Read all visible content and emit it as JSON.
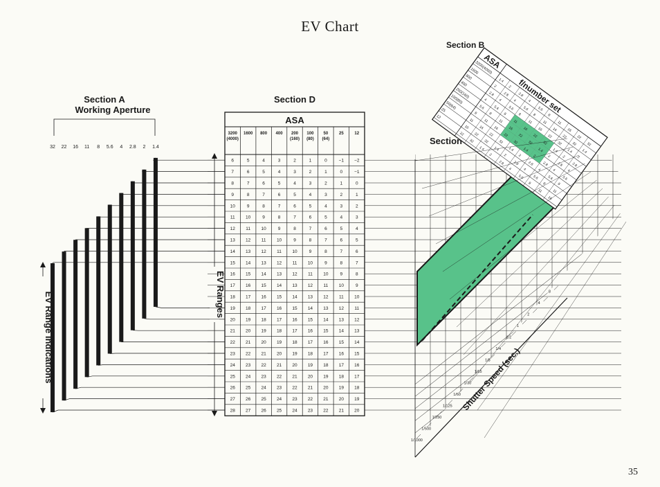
{
  "title": "EV Chart",
  "page_number": "35",
  "colors": {
    "ink": "#1a1a1a",
    "highlight": "#58c28a",
    "paper": "#fbfbf6"
  },
  "section_a": {
    "title": "Section A",
    "subtitle": "Working Aperture",
    "apertures": [
      "32",
      "22",
      "16",
      "11",
      "8",
      "5.6",
      "4",
      "2.8",
      "2",
      "1.4"
    ],
    "side_label": "EV Range Indications"
  },
  "section_d": {
    "title": "Section D",
    "table_title": "ASA",
    "columns": [
      [
        "3200",
        "(4000)"
      ],
      [
        "1600"
      ],
      [
        "800"
      ],
      [
        "400"
      ],
      [
        "200",
        "(160)"
      ],
      [
        "100",
        "(80)"
      ],
      [
        "50",
        "(64)"
      ],
      [
        "25"
      ],
      [
        "12"
      ]
    ],
    "rows": [
      [
        "6",
        "5",
        "4",
        "3",
        "2",
        "1",
        "0",
        "−1",
        "−2"
      ],
      [
        "7",
        "6",
        "5",
        "4",
        "3",
        "2",
        "1",
        "0",
        "−1"
      ],
      [
        "8",
        "7",
        "6",
        "5",
        "4",
        "3",
        "2",
        "1",
        "0"
      ],
      [
        "9",
        "8",
        "7",
        "6",
        "5",
        "4",
        "3",
        "2",
        "1"
      ],
      [
        "10",
        "9",
        "8",
        "7",
        "6",
        "5",
        "4",
        "3",
        "2"
      ],
      [
        "11",
        "10",
        "9",
        "8",
        "7",
        "6",
        "5",
        "4",
        "3"
      ],
      [
        "12",
        "11",
        "10",
        "9",
        "8",
        "7",
        "6",
        "5",
        "4"
      ],
      [
        "13",
        "12",
        "11",
        "10",
        "9",
        "8",
        "7",
        "6",
        "5"
      ],
      [
        "14",
        "13",
        "12",
        "11",
        "10",
        "9",
        "8",
        "7",
        "6"
      ],
      [
        "15",
        "14",
        "13",
        "12",
        "11",
        "10",
        "9",
        "8",
        "7"
      ],
      [
        "16",
        "15",
        "14",
        "13",
        "12",
        "11",
        "10",
        "9",
        "8"
      ],
      [
        "17",
        "16",
        "15",
        "14",
        "13",
        "12",
        "11",
        "10",
        "9"
      ],
      [
        "18",
        "17",
        "16",
        "15",
        "14",
        "13",
        "12",
        "11",
        "10"
      ],
      [
        "19",
        "18",
        "17",
        "16",
        "15",
        "14",
        "13",
        "12",
        "11"
      ],
      [
        "20",
        "19",
        "18",
        "17",
        "16",
        "15",
        "14",
        "13",
        "12"
      ],
      [
        "21",
        "20",
        "19",
        "18",
        "17",
        "16",
        "15",
        "14",
        "13"
      ],
      [
        "22",
        "21",
        "20",
        "19",
        "18",
        "17",
        "16",
        "15",
        "14"
      ],
      [
        "23",
        "22",
        "21",
        "20",
        "19",
        "18",
        "17",
        "16",
        "15"
      ],
      [
        "24",
        "23",
        "22",
        "21",
        "20",
        "19",
        "18",
        "17",
        "16"
      ],
      [
        "25",
        "24",
        "23",
        "22",
        "21",
        "20",
        "19",
        "18",
        "17"
      ],
      [
        "26",
        "25",
        "24",
        "23",
        "22",
        "21",
        "20",
        "19",
        "18"
      ],
      [
        "27",
        "26",
        "25",
        "24",
        "23",
        "22",
        "21",
        "20",
        "19"
      ],
      [
        "28",
        "27",
        "26",
        "25",
        "24",
        "23",
        "22",
        "21",
        "20"
      ]
    ],
    "side_label": "EV Ranges"
  },
  "section_c": {
    "title": "Section C",
    "axis_label": "Shutter Speed (sec.)",
    "speeds": [
      "1/1000",
      "1/500",
      "1/250",
      "1/125",
      "1/60",
      "1/30",
      "1/15",
      "1/8",
      "1/4",
      "1/2",
      "1",
      "2",
      "4",
      "8"
    ]
  },
  "section_b": {
    "title": "Section B",
    "header_left": "ASA",
    "header_right": "f/number set",
    "asa_values": [
      "3200(4000)",
      "1600",
      "800",
      "400",
      "200(160)",
      "100(80)",
      "50(64)",
      "25",
      "12"
    ],
    "f_numbers": [
      "1.4",
      "2",
      "2.8",
      "4",
      "5.6",
      "8",
      "11",
      "16",
      "22",
      "32"
    ]
  }
}
